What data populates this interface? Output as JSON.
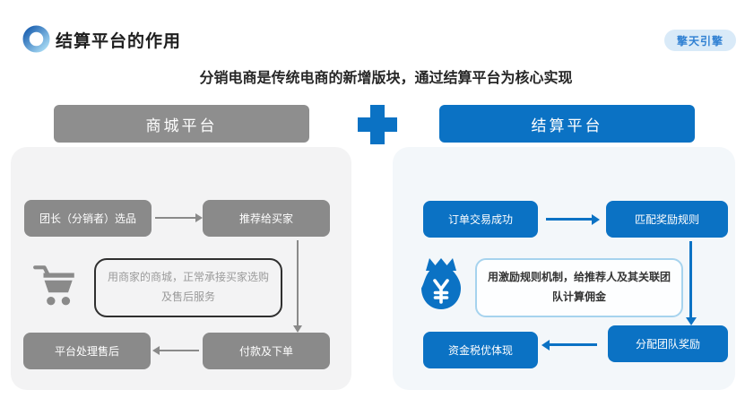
{
  "slide": {
    "title": "结算平台的作用",
    "badge": "擎天引擎",
    "subtitle": "分销电商是传统电商的新增版块，通过结算平台为核心实现"
  },
  "mall_panel": {
    "header": "商城平台",
    "node_select": "团长（分销者）选品",
    "node_recommend": "推荐给买家",
    "node_aftersale": "平台处理售后",
    "node_pay": "付款及下单",
    "note": "用商家的商城，正常承接买家选购及售后服务"
  },
  "settlement_panel": {
    "header": "结算平台",
    "node_order": "订单交易成功",
    "node_match": "匹配奖励规则",
    "node_tax": "资金税优体现",
    "node_distribute": "分配团队奖励",
    "note": "用激励规则机制，给推荐人及其关联团队计算佣金",
    "currency_symbol": "¥"
  },
  "icons": {
    "title_icon": "gradient-ring-icon",
    "connector_icon": "plus-icon",
    "mall_icon": "shopping-cart-icon",
    "settlement_icon": "money-bag-icon"
  },
  "colors": {
    "brand_blue": "#0B72C4",
    "node_gray": "#8A8A8A",
    "header_gray": "#8E8E8E",
    "mall_panel_bg": "#F3F3F4",
    "settle_panel_bg": "#F3F7FA",
    "badge_bg": "#D9EAF8",
    "badge_text": "#2E7FD2",
    "note_border_dark": "#2F2F2F",
    "note_border_blue": "#A6D3EE",
    "note_text_gray": "#9A9A9A"
  }
}
